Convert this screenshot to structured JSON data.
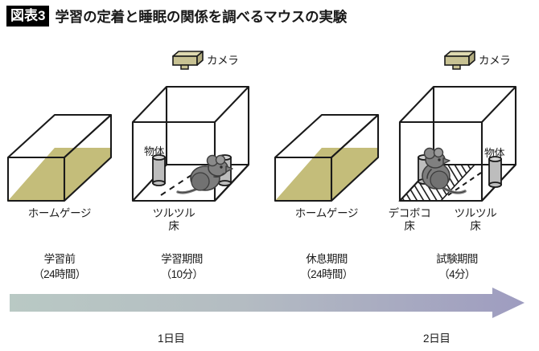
{
  "figure": {
    "badge": "図表3",
    "title": "学習の定着と睡眠の関係を調べるマウスの実験"
  },
  "colors": {
    "bedding": "#c4bd7a",
    "camera_body": "#c8c293",
    "camera_top": "#ded9b0",
    "mouse": "#7d7d7d",
    "object_cylinder": "#bdbdbd",
    "outline": "#1a1a1a",
    "arrow_start": "#b9c9c4",
    "arrow_end": "#9e9cc0"
  },
  "panels": [
    {
      "id": "panel-1",
      "type": "home-cage",
      "camera": null,
      "object_label": null,
      "floor_labels": [
        "ホームゲージ"
      ],
      "stage_name": "学習前",
      "stage_duration": "（24時間）",
      "has_mouse": false,
      "has_textured_floor": false
    },
    {
      "id": "panel-2",
      "type": "test-box",
      "camera": "カメラ",
      "object_label": "物体",
      "floor_labels": [
        "ツルツル",
        "床"
      ],
      "stage_name": "学習期間",
      "stage_duration": "（10分）",
      "has_mouse": true,
      "has_textured_floor": false
    },
    {
      "id": "panel-3",
      "type": "home-cage",
      "camera": null,
      "object_label": null,
      "floor_labels": [
        "ホームゲージ"
      ],
      "stage_name": "休息期間",
      "stage_duration": "（24時間）",
      "has_mouse": false,
      "has_textured_floor": false
    },
    {
      "id": "panel-4",
      "type": "test-box",
      "camera": "カメラ",
      "object_label": "物体",
      "floor_labels": [
        "デコボコ",
        "床",
        "ツルツル",
        "床"
      ],
      "stage_name": "試験期間",
      "stage_duration": "（4分）",
      "has_mouse": true,
      "has_textured_floor": true
    }
  ],
  "floor_captions": {
    "p1": "ホームゲージ",
    "p2_line1": "ツルツル",
    "p2_line2": "床",
    "p3": "ホームゲージ",
    "p4a_line1": "デコボコ",
    "p4a_line2": "床",
    "p4b_line1": "ツルツル",
    "p4b_line2": "床"
  },
  "camera_labels": {
    "panel2": "カメラ",
    "panel4": "カメラ"
  },
  "object_labels": {
    "panel2": "物体",
    "panel4": "物体"
  },
  "stages": {
    "s1_name": "学習前",
    "s1_dur": "（24時間）",
    "s2_name": "学習期間",
    "s2_dur": "（10分）",
    "s3_name": "休息期間",
    "s3_dur": "（24時間）",
    "s4_name": "試験期間",
    "s4_dur": "（4分）"
  },
  "timeline": {
    "day1": "1日目",
    "day2": "2日目"
  }
}
